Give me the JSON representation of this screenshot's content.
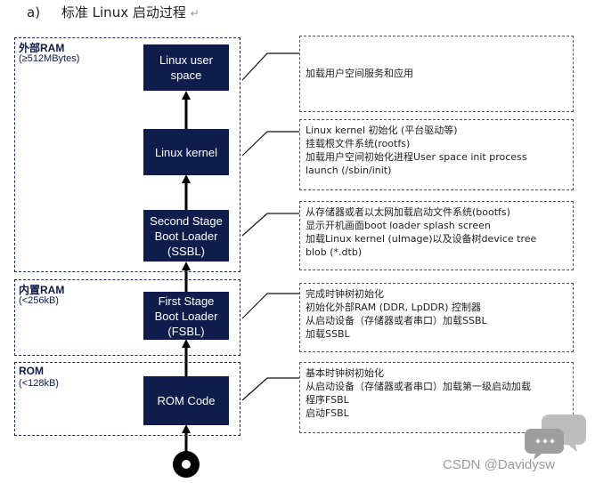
{
  "heading": {
    "prefix": "a)",
    "title": "标准 Linux 启动过程",
    "return_mark": "↵"
  },
  "regions": {
    "ram": {
      "title": "外部RAM",
      "size": "(≥512MBytes)"
    },
    "internal_ram": {
      "title": "内置RAM",
      "size": "(<256kB)"
    },
    "rom": {
      "title": "ROM",
      "size": "(<128kB)"
    }
  },
  "stages": {
    "linux_user_space": "Linux user\nspace",
    "linux_kernel": "Linux kernel",
    "ssbl": "Second Stage\nBoot Loader\n(SSBL)",
    "fsbl": "First Stage\nBoot Loader\n(FSBL)",
    "rom_code": "ROM Code"
  },
  "notes": {
    "user_space": [
      "加载用户空间服务和应用"
    ],
    "kernel": [
      "Linux kernel 初始化 (平台驱动等)",
      "挂载根文件系统(rootfs)",
      "加载用户空间初始化进程User space init process",
      "launch (/sbin/init)"
    ],
    "ssbl": [
      "从存储器或者以太网加载启动文件系统(bootfs)",
      "显示开机画面boot loader splash screen",
      "加载Linux kernel (uImage)以及设备树device tree",
      "blob (*.dtb)"
    ],
    "fsbl": [
      "完成时钟树初始化",
      "初始化外部RAM (DDR, LpDDR) 控制器",
      "从启动设备（存储器或者串口）加载SSBL",
      "加载SSBL"
    ],
    "rom": [
      "基本时钟树初始化",
      "从启动设备（存储器或者串口）加载第一级启动加载",
      "程序FSBL",
      "启动FSBL"
    ]
  },
  "watermark": "CSDN @Davidysw",
  "colors": {
    "box_fill": "#0f1d4d",
    "region_border": "#1b2a5a",
    "text": "#1a1a1a"
  }
}
